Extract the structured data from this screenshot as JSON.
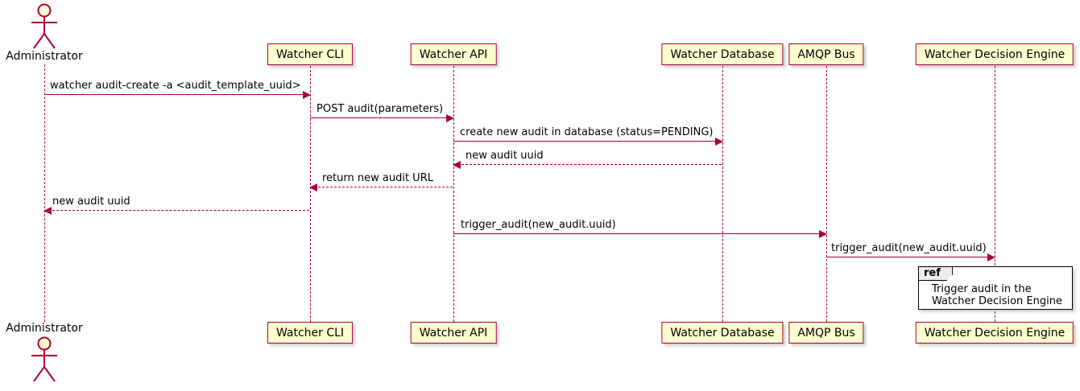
{
  "diagram": {
    "type": "sequence-diagram",
    "actor": {
      "name": "Administrator"
    },
    "participants": [
      {
        "name": "Watcher CLI"
      },
      {
        "name": "Watcher API"
      },
      {
        "name": "Watcher Database"
      },
      {
        "name": "AMQP Bus"
      },
      {
        "name": "Watcher Decision Engine"
      }
    ],
    "messages": [
      {
        "from": "Administrator",
        "to": "Watcher CLI",
        "text": "watcher audit-create -a <audit_template_uuid>",
        "style": "solid"
      },
      {
        "from": "Watcher CLI",
        "to": "Watcher API",
        "text": "POST audit(parameters)",
        "style": "solid"
      },
      {
        "from": "Watcher API",
        "to": "Watcher Database",
        "text": "create new audit in database (status=PENDING)",
        "style": "solid"
      },
      {
        "from": "Watcher Database",
        "to": "Watcher API",
        "text": "new audit uuid",
        "style": "dashed"
      },
      {
        "from": "Watcher API",
        "to": "Watcher CLI",
        "text": "return new audit URL",
        "style": "dashed"
      },
      {
        "from": "Watcher CLI",
        "to": "Administrator",
        "text": "new audit uuid",
        "style": "dashed"
      },
      {
        "from": "Watcher API",
        "to": "AMQP Bus",
        "text": "trigger_audit(new_audit.uuid)",
        "style": "solid"
      },
      {
        "from": "AMQP Bus",
        "to": "Watcher Decision Engine",
        "text": "trigger_audit(new_audit.uuid)",
        "style": "solid"
      }
    ],
    "ref": {
      "label": "ref",
      "text_line1": "Trigger audit in the",
      "text_line2": "Watcher Decision Engine"
    },
    "colors": {
      "box_bg": "#FEFECE",
      "border": "#A80036",
      "arrow": "#A80036",
      "ref_border": "#000000",
      "text": "#000000"
    }
  }
}
